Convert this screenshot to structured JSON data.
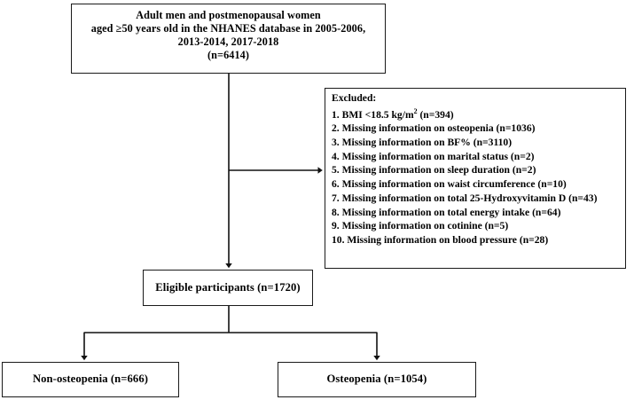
{
  "diagram": {
    "title": "NHANES study participant flow diagram",
    "background_color": "#ffffff",
    "line_color": "#1a1a1a"
  },
  "cohort_box": {
    "line1": "Adult men and postmenopausal women",
    "line2": "aged ≥50 years old in the NHANES database in 2005-2006,",
    "line3": "2013-2014, 2017-2018",
    "line4": "(n=6414)"
  },
  "excluded_box": {
    "title": "Excluded:",
    "items": [
      {
        "prefix": "1. BMI <18.5 kg/m",
        "sup": "2",
        "suffix": " (n=394)"
      },
      {
        "prefix": "2. Missing information on osteopenia (n=1036)",
        "sup": "",
        "suffix": ""
      },
      {
        "prefix": "3. Missing information on BF% (n=3110)",
        "sup": "",
        "suffix": ""
      },
      {
        "prefix": "4. Missing information on marital status (n=2)",
        "sup": "",
        "suffix": ""
      },
      {
        "prefix": "5. Missing information on sleep duration (n=2)",
        "sup": "",
        "suffix": ""
      },
      {
        "prefix": "6. Missing information on waist circumference (n=10)",
        "sup": "",
        "suffix": ""
      },
      {
        "prefix": "7. Missing information on total 25-Hydroxyvitamin D (n=43)",
        "sup": "",
        "suffix": ""
      },
      {
        "prefix": "8. Missing information on total energy intake (n=64)",
        "sup": "",
        "suffix": ""
      },
      {
        "prefix": "9. Missing information on cotinine (n=5)",
        "sup": "",
        "suffix": ""
      },
      {
        "prefix": "10. Missing information on blood pressure (n=28)",
        "sup": "",
        "suffix": ""
      }
    ]
  },
  "eligible_box": {
    "label": "Eligible participants (n=1720)"
  },
  "outcome_boxes": {
    "left": {
      "label": "Non-osteopenia (n=666)"
    },
    "right": {
      "label": "Osteopenia (n=1054)"
    }
  }
}
